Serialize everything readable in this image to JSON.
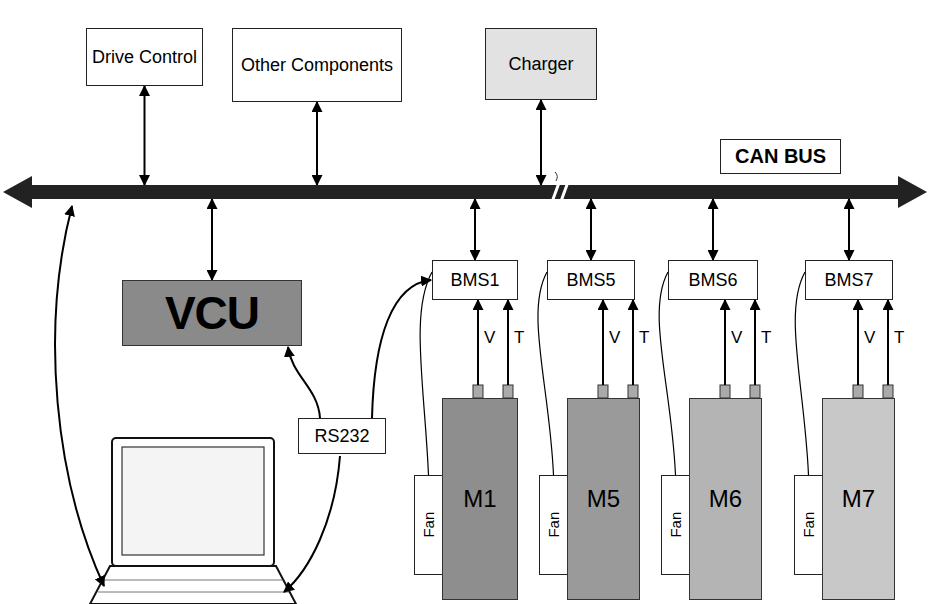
{
  "diagram": {
    "nodes": [
      {
        "text": [
          "Drive Control"
        ]
      },
      {
        "text": [
          "Other Components"
        ]
      },
      {
        "text": [
          "Charger"
        ]
      },
      {
        "text": [
          "CAN BUS"
        ]
      },
      {
        "text": [
          "VCU"
        ]
      },
      {
        "text": [
          "BMS1"
        ]
      },
      {
        "text": [
          "BMS5"
        ]
      },
      {
        "text": [
          "BMS6"
        ]
      },
      {
        "text": [
          "BMS7"
        ]
      },
      {
        "text": [
          "RS232"
        ]
      },
      {
        "text": [
          "Fan"
        ]
      },
      {
        "text": [
          "M1"
        ]
      },
      {
        "text": [
          "Fan"
        ]
      },
      {
        "text": [
          "M5"
        ]
      },
      {
        "text": [
          "Fan"
        ]
      },
      {
        "text": [
          "M6"
        ]
      },
      {
        "text": [
          "Fan"
        ]
      },
      {
        "text": [
          "M7"
        ]
      }
    ],
    "edges": [
      {
        "from": 0,
        "to": 3,
        "arrow": "both"
      },
      {
        "from": 1,
        "to": 3,
        "arrow": "both"
      },
      {
        "from": 2,
        "to": 3,
        "arrow": "both"
      },
      {
        "from": 4,
        "to": 3,
        "arrow": "both"
      },
      {
        "from": 5,
        "to": 3,
        "arrow": "both"
      },
      {
        "from": 6,
        "to": 3,
        "arrow": "both"
      },
      {
        "from": 7,
        "to": 3,
        "arrow": "both"
      },
      {
        "from": 8,
        "to": 3,
        "arrow": "both"
      },
      {
        "from": 9,
        "to": 4,
        "arrow": "to"
      },
      {
        "from": 9,
        "to": 5,
        "arrow": "to"
      },
      {
        "from": 11,
        "to": 5,
        "label": "V",
        "arrow": "to"
      },
      {
        "from": 11,
        "to": 5,
        "label": "T",
        "arrow": "to"
      },
      {
        "from": 13,
        "to": 6,
        "label": "V",
        "arrow": "to"
      },
      {
        "from": 13,
        "to": 6,
        "label": "T",
        "arrow": "to"
      },
      {
        "from": 15,
        "to": 7,
        "label": "V",
        "arrow": "to"
      },
      {
        "from": 15,
        "to": 7,
        "label": "T",
        "arrow": "to"
      },
      {
        "from": 17,
        "to": 8,
        "label": "V",
        "arrow": "to"
      },
      {
        "from": 17,
        "to": 8,
        "label": "T",
        "arrow": "to"
      },
      {
        "from": 5,
        "to": 10,
        "arrow": "none"
      },
      {
        "from": 6,
        "to": 12,
        "arrow": "none"
      },
      {
        "from": 7,
        "to": 14,
        "arrow": "none"
      },
      {
        "from": 8,
        "to": 16,
        "arrow": "none"
      }
    ]
  }
}
